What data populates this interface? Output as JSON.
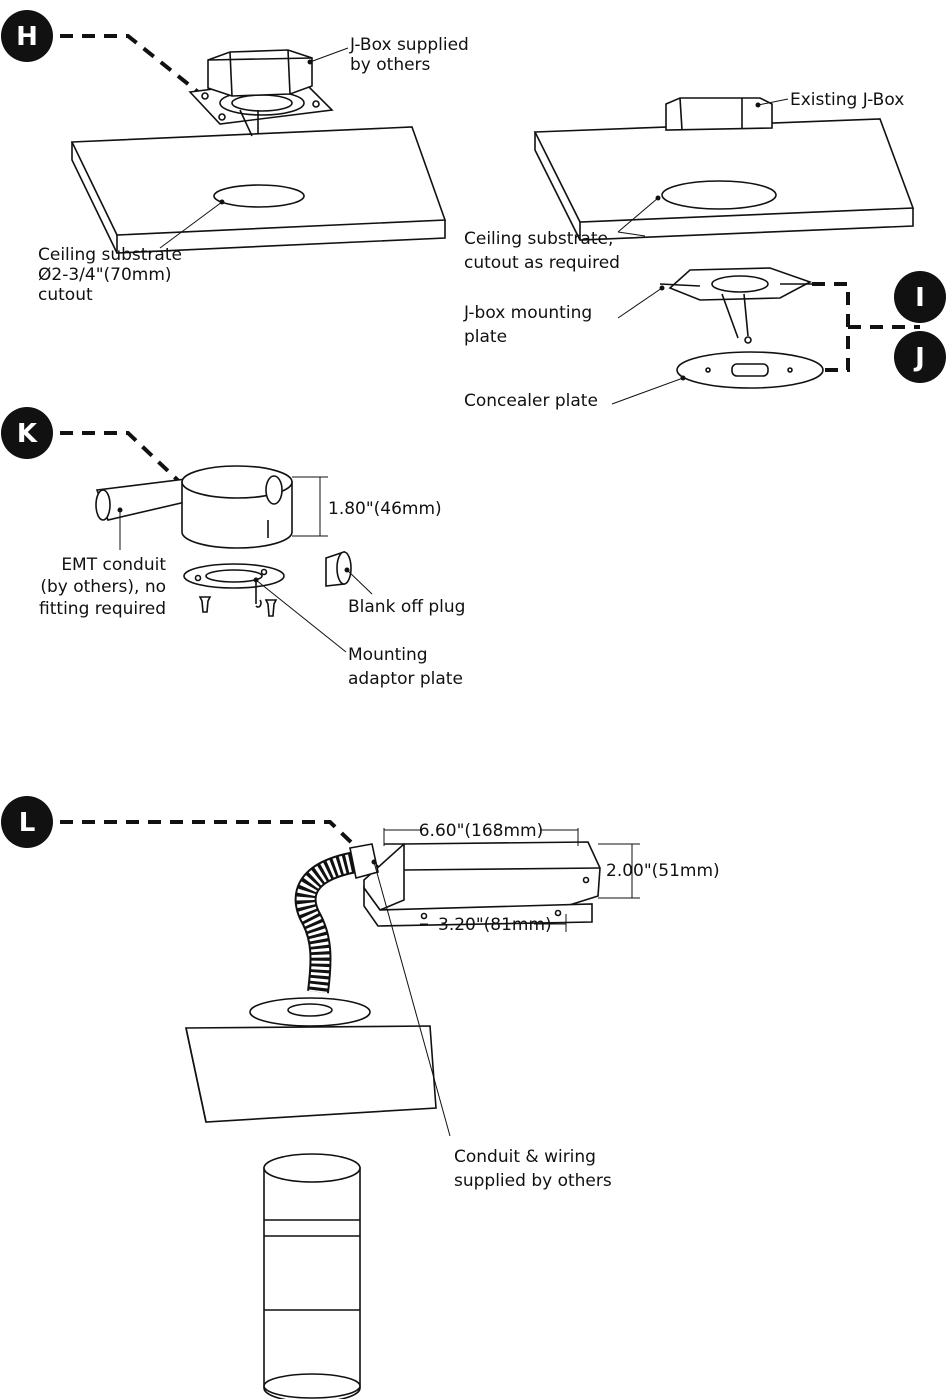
{
  "markers": {
    "H": "H",
    "I": "I",
    "J": "J",
    "K": "K",
    "L": "L"
  },
  "labels": {
    "jbox_supplied_1": "J-Box supplied",
    "jbox_supplied_2": "by others",
    "ceiling_substrate_1": "Ceiling substrate",
    "ceiling_substrate_2": "Ø2-3/4\"(70mm)",
    "ceiling_substrate_3": "cutout",
    "existing_jbox": "Existing J-Box",
    "ceiling_cutout_1": "Ceiling substrate,",
    "ceiling_cutout_2": "cutout as required",
    "mounting_plate_1": "J-box mounting",
    "mounting_plate_2": "plate",
    "concealer_plate": "Concealer plate",
    "height_k": "1.80\"(46mm)",
    "emt_1": "EMT conduit",
    "emt_2": "(by others), no",
    "emt_3": "fitting required",
    "blank_plug": "Blank off plug",
    "adaptor_1": "Mounting",
    "adaptor_2": "adaptor plate",
    "width_l": "6.60\"(168mm)",
    "height_l": "2.00\"(51mm)",
    "depth_l": "3.20\"(81mm)",
    "conduit_1": "Conduit & wiring",
    "conduit_2": "supplied by others"
  }
}
